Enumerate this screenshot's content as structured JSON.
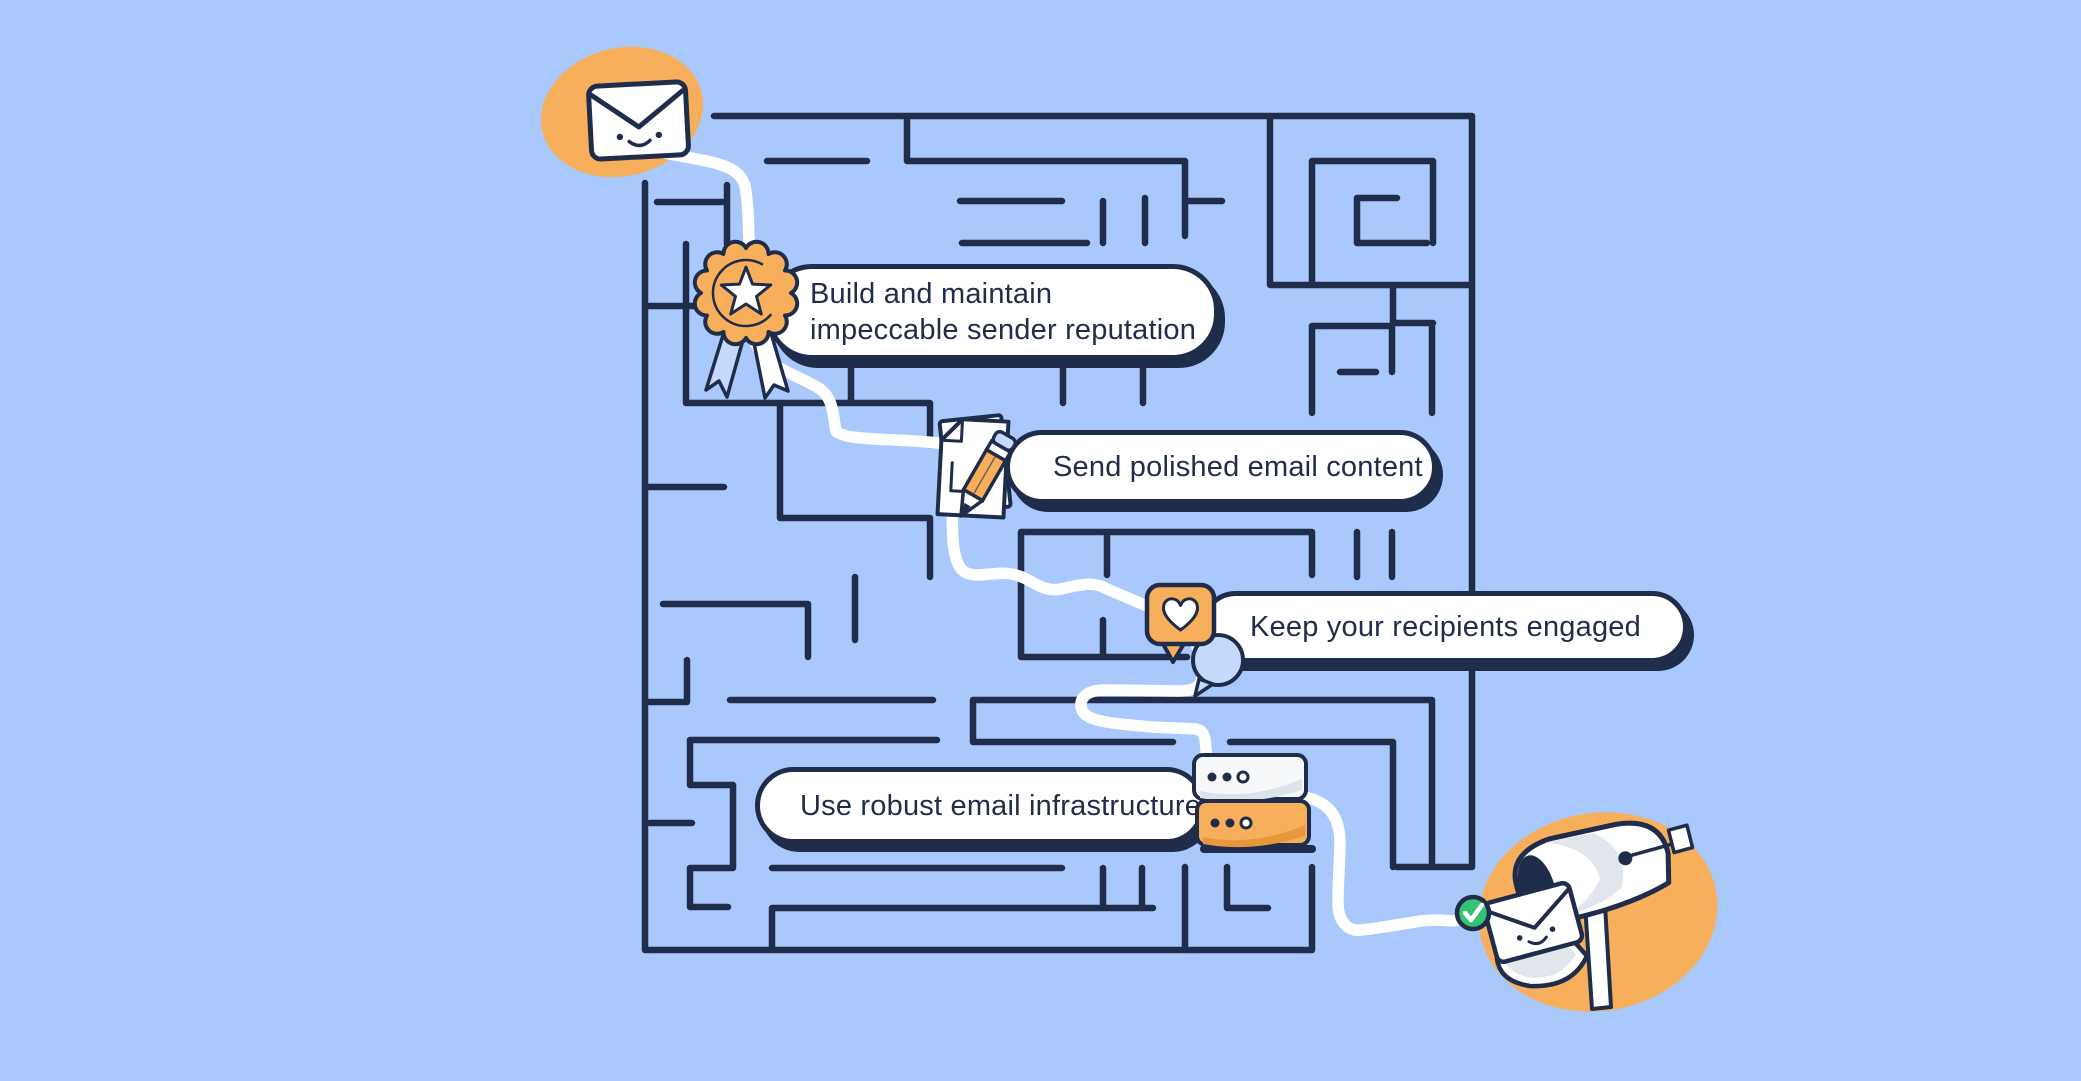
{
  "callouts": [
    {
      "id": "reputation",
      "icon": "award-badge-icon",
      "line1": "Build and maintain",
      "line2": "impeccable sender reputation"
    },
    {
      "id": "content",
      "icon": "document-pencil-icon",
      "label": "Send polished email content"
    },
    {
      "id": "engagement",
      "icon": "heart-message-icon",
      "label": "Keep your recipients engaged"
    },
    {
      "id": "infrastructure",
      "icon": "server-stack-icon",
      "label": "Use robust email infrastructure"
    }
  ],
  "scene": {
    "start_icon": "smiling-envelope-icon",
    "end_icon": "mailbox-with-envelope-icon",
    "delivered_icon": "check-circle-icon"
  },
  "colors": {
    "bg": "#A9C8FB",
    "ink": "#1F2D4A",
    "orange": "#F7AF5C",
    "orange-deep": "#E8983C",
    "white": "#FFFFFF",
    "light-blue": "#C5D9FC",
    "gray-shade": "#DDE3E9",
    "green": "#33C371"
  }
}
